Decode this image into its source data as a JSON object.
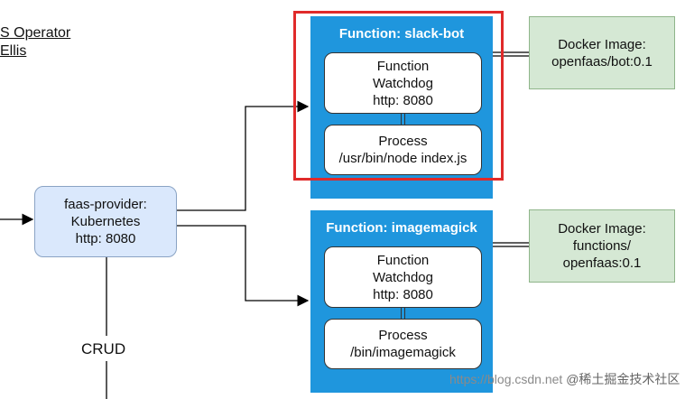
{
  "title_lines": [
    "S Operator",
    "Ellis"
  ],
  "provider": {
    "lines": [
      "faas-provider:",
      "Kubernetes",
      "http: 8080"
    ]
  },
  "crud_label": "CRUD",
  "functions": [
    {
      "title": "Function: slack-bot",
      "watchdog": [
        "Function",
        "Watchdog",
        "http: 8080"
      ],
      "process": [
        "Process",
        "/usr/bin/node index.js"
      ],
      "docker": [
        "Docker Image:",
        "openfaas/bot:0.1"
      ],
      "highlighted": true
    },
    {
      "title": "Function: imagemagick",
      "watchdog": [
        "Function",
        "Watchdog",
        "http: 8080"
      ],
      "process": [
        "Process",
        "/bin/imagemagick"
      ],
      "docker": [
        "Docker Image:",
        "functions/",
        "openfaas:0.1"
      ],
      "highlighted": false
    }
  ],
  "watermark": {
    "url": "https://blog.csdn.net",
    "brand": "@稀土掘金技术社区"
  },
  "colors": {
    "function_panel": "#1f96dd",
    "provider_fill": "#dae8fc",
    "docker_fill": "#d5e8d4",
    "highlight": "#e02a2a"
  }
}
